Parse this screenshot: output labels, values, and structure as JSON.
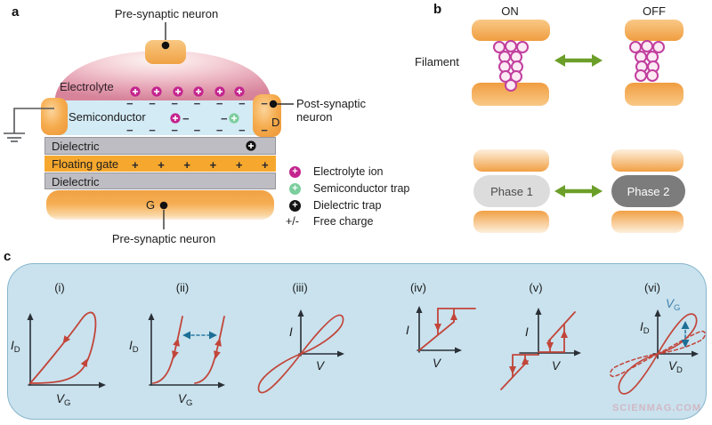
{
  "figure": {
    "panel_a": {
      "panel_label": "a",
      "pre_synaptic_top": "Pre-synaptic neuron",
      "pre_synaptic_bottom": "Pre-synaptic neuron",
      "post_synaptic_line1": "Post-synaptic",
      "post_synaptic_line2": "neuron",
      "terminal_d": "D",
      "terminal_g": "G",
      "layer_electrolyte": "Electrolyte",
      "layer_semiconductor": "Semiconductor",
      "layer_dielectric_top": "Dielectric",
      "layer_floating_gate": "Floating gate",
      "layer_dielectric_bottom": "Dielectric",
      "minus_row_top": "− − − − − − −",
      "minus_row_bottom": "− − − − − − −",
      "plus_row_floating_gate": "+ + + + + +",
      "charge_minus": "−",
      "legend": [
        {
          "symbol": "+",
          "label": "Electrolyte ion"
        },
        {
          "symbol": "+",
          "label": "Semiconductor trap"
        },
        {
          "symbol": "+",
          "label": "Dielectric trap"
        },
        {
          "symbol": "+/-",
          "label": "Free charge"
        }
      ]
    },
    "panel_b": {
      "panel_label": "b",
      "state_on": "ON",
      "state_off": "OFF",
      "filament_label": "Filament",
      "phase1": "Phase 1",
      "phase2": "Phase 2"
    },
    "panel_c": {
      "panel_label": "c",
      "plots": [
        {
          "title": "(i)",
          "y": "I",
          "ysub": "D",
          "x": "V",
          "xsub": "G"
        },
        {
          "title": "(ii)",
          "y": "I",
          "ysub": "D",
          "x": "V",
          "xsub": "G"
        },
        {
          "title": "(iii)",
          "y": "I",
          "ysub": "",
          "x": "V",
          "xsub": ""
        },
        {
          "title": "(iv)",
          "y": "I",
          "ysub": "",
          "x": "V",
          "xsub": ""
        },
        {
          "title": "(v)",
          "y": "I",
          "ysub": "",
          "x": "V",
          "xsub": ""
        },
        {
          "title": "(vi)",
          "y": "I",
          "ysub": "D",
          "x": "V",
          "xsub": "D",
          "gate": "V",
          "gatesub": "G"
        }
      ]
    },
    "watermark": "SCIENMAG.COM",
    "colors": {
      "electrode_orange": "#f1a344",
      "electrolyte_pink": "#e4a0b2",
      "ion_magenta": "#c4258f",
      "trap_green": "#7dce9e",
      "trap_black": "#141414",
      "curve_red": "#c2453a",
      "arrow_green": "#6c9f29",
      "arrow_blue": "#2b7ba3",
      "panel_c_bg": "#c9e2ee",
      "semiconductor_blue": "#d3ebf5",
      "dielectric_gray": "#bdbdc3"
    }
  }
}
